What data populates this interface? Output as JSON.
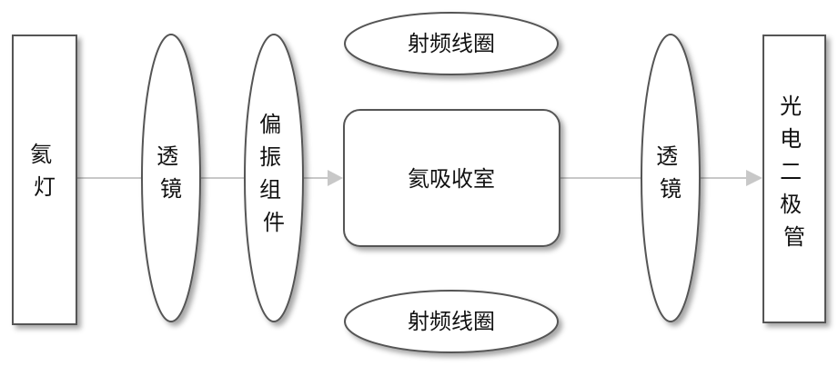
{
  "diagram": {
    "colors": {
      "stroke": "#555555",
      "fill": "#ffffff",
      "arrow": "#c8c8c8",
      "text": "#111111"
    },
    "nodes": {
      "helium_lamp": "氦灯",
      "lens_left": "透镜",
      "polarizer": "偏振组件",
      "rf_coil_top": "射频线圈",
      "absorption_chamber": "氦吸收室",
      "rf_coil_bottom": "射频线圈",
      "lens_right": "透镜",
      "photodiode": "光电二极管"
    }
  }
}
